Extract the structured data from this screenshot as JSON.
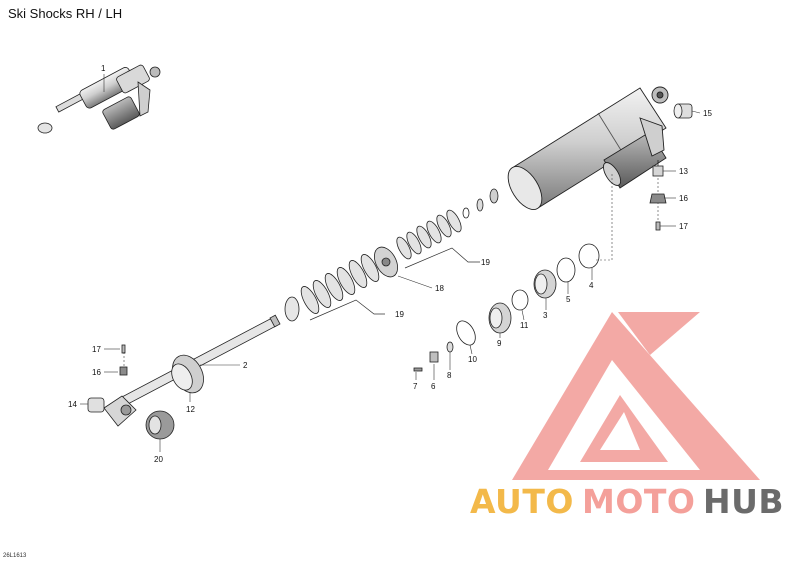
{
  "title": "Ski Shocks RH / LH",
  "diagram_code": "26L1613",
  "callouts": [
    "1",
    "2",
    "3",
    "4",
    "5",
    "6",
    "7",
    "8",
    "9",
    "10",
    "11",
    "12",
    "13",
    "14",
    "15",
    "16",
    "16",
    "17",
    "17",
    "19",
    "18",
    "19",
    "20"
  ],
  "watermark": {
    "part1": "AUTO",
    "part2": "MOTO",
    "part3": "HUB",
    "colors": {
      "auto": "#f3b94a",
      "moto": "#f4a09a",
      "hub": "#6b6b6b",
      "logo": "#f29b96"
    }
  }
}
